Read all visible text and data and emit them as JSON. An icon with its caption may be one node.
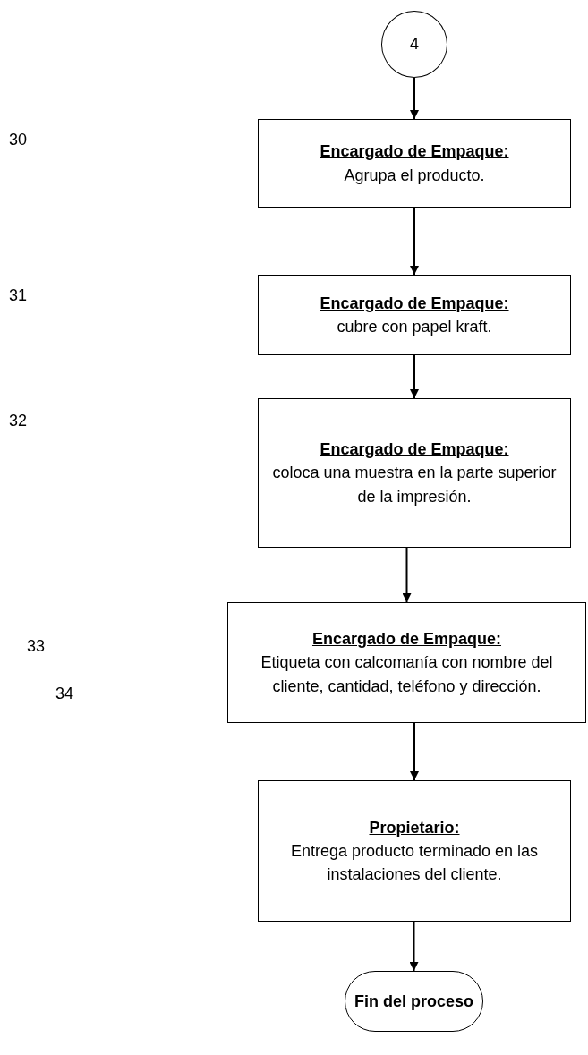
{
  "diagram": {
    "nodes": [
      {
        "text": [
          "4"
        ]
      },
      {
        "text": [
          "Encargado de Empaque:",
          "Agrupa el producto."
        ]
      },
      {
        "text": [
          "Encargado de Empaque:",
          "cubre con papel kraft."
        ]
      },
      {
        "text": [
          "Encargado de Empaque:",
          "coloca una muestra  en la parte  superior de la impresión."
        ]
      },
      {
        "text": [
          "Encargado de Empaque:",
          "Etiqueta con calcomanía con nombre del cliente, cantidad, teléfono y dirección."
        ]
      },
      {
        "text": [
          "Propietario:",
          "Entrega producto terminado en las instalaciones del cliente."
        ]
      },
      {
        "text": [
          "Fin del proceso"
        ]
      }
    ],
    "edges": [
      {
        "from": 0,
        "to": 1,
        "arrow": "to"
      },
      {
        "from": 1,
        "to": 2,
        "arrow": "to"
      },
      {
        "from": 2,
        "to": 3,
        "arrow": "to"
      },
      {
        "from": 3,
        "to": 4,
        "arrow": "to"
      },
      {
        "from": 4,
        "to": 5,
        "arrow": "to"
      },
      {
        "from": 5,
        "to": 6,
        "arrow": "to"
      }
    ],
    "labels": [
      "30",
      "31",
      "32",
      "33",
      "34"
    ]
  }
}
